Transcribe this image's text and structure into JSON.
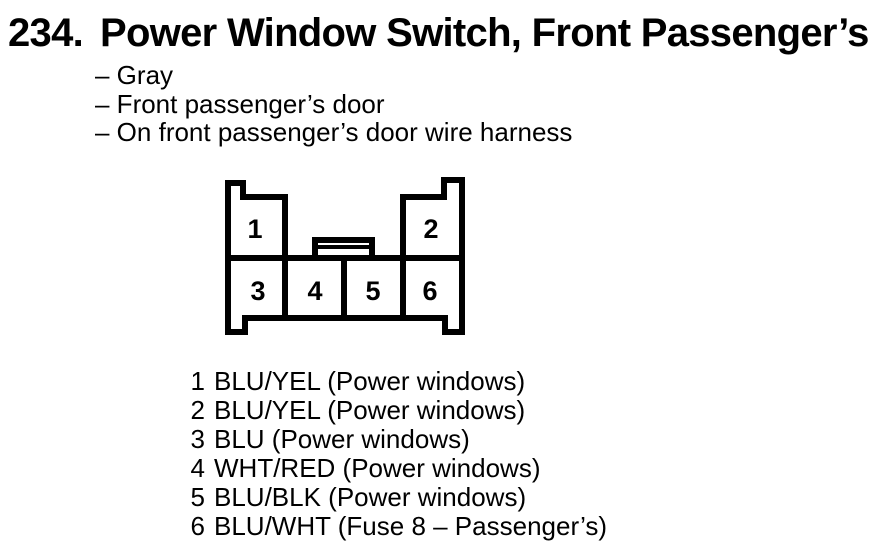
{
  "document": {
    "item_number": "234.",
    "title": "Power Window Switch, Front Passenger’s",
    "attributes": [
      "– Gray",
      "– Front passenger’s door",
      "– On front passenger’s door wire harness"
    ]
  },
  "connector": {
    "pin_labels": [
      "1",
      "2",
      "3",
      "4",
      "5",
      "6"
    ]
  },
  "pinout": [
    {
      "pin": "1",
      "description": "BLU/YEL (Power windows)"
    },
    {
      "pin": "2",
      "description": "BLU/YEL (Power windows)"
    },
    {
      "pin": "3",
      "description": "BLU (Power windows)"
    },
    {
      "pin": "4",
      "description": "WHT/RED (Power windows)"
    },
    {
      "pin": "5",
      "description": "BLU/BLK (Power windows)"
    },
    {
      "pin": "6",
      "description": "BLU/WHT (Fuse 8 – Passenger’s)"
    }
  ],
  "colors": {
    "ink": "#000000",
    "paper": "#ffffff"
  }
}
